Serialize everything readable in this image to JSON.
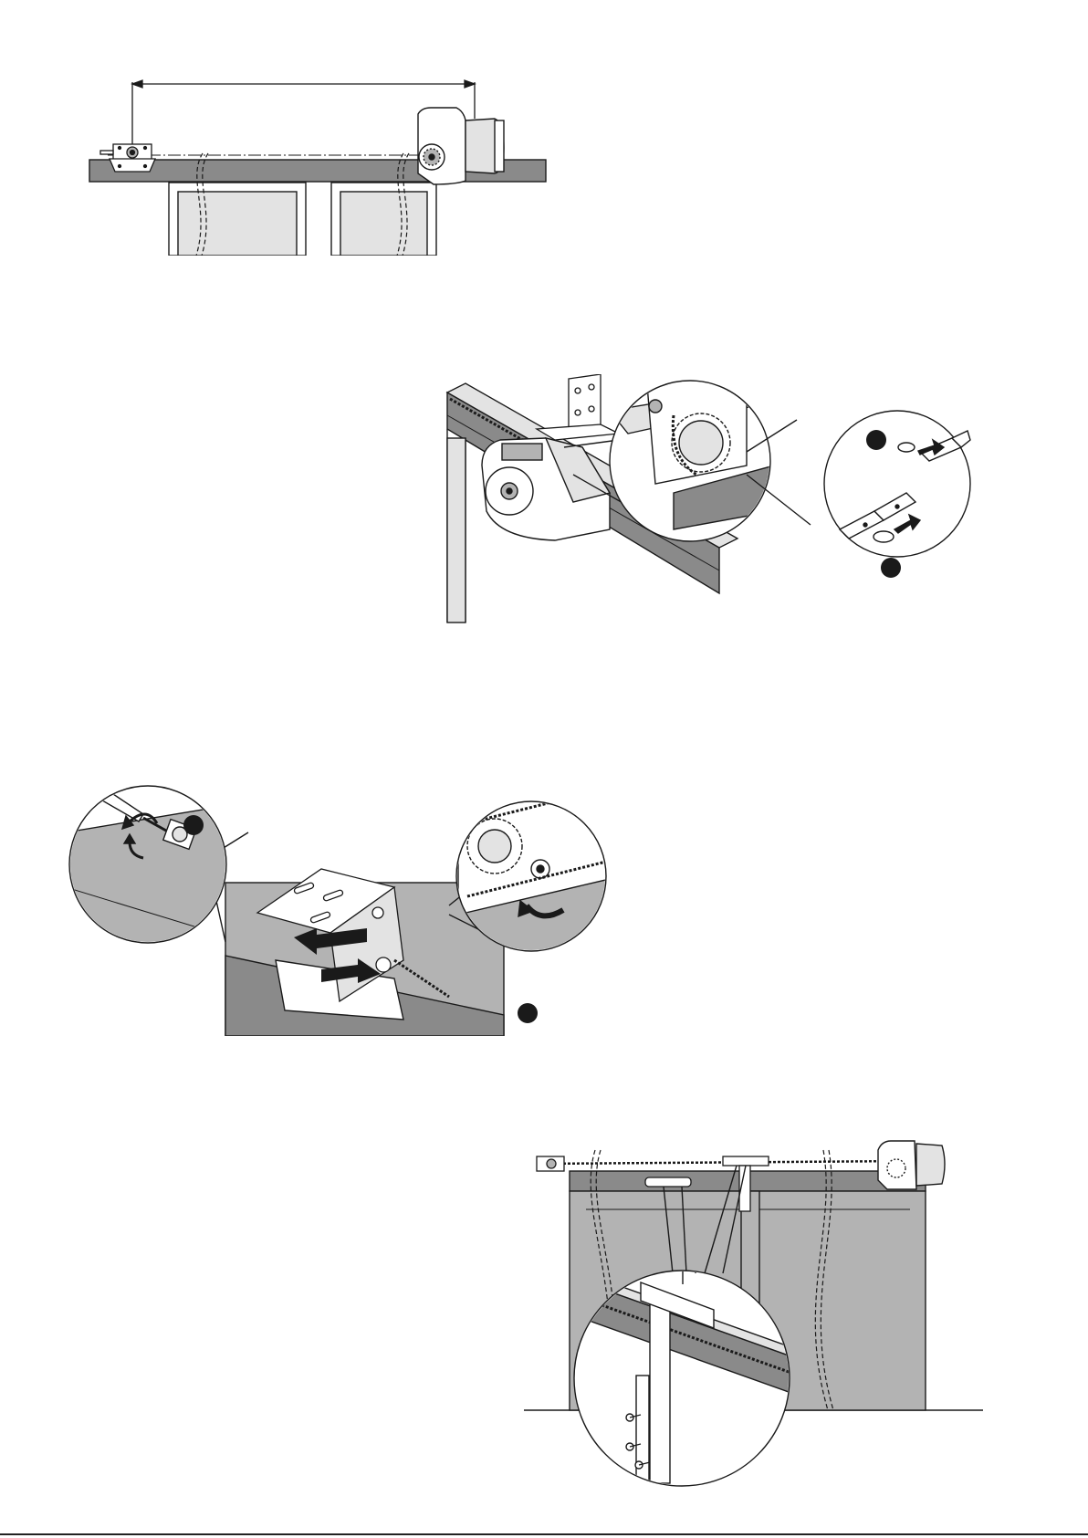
{
  "page": {
    "background": "#ffffff"
  },
  "colors": {
    "line": "#1a1a1a",
    "fill_dark": "#8a8a8a",
    "fill_mid": "#b3b3b3",
    "fill_light": "#e3e3e3",
    "fill_white": "#ffffff",
    "step_dot": "#1a1a1a"
  },
  "figures": [
    {
      "id": "fig-chain-length",
      "icons": [
        "idler-bracket-icon",
        "motor-unit-icon",
        "dimension-arrow-icon",
        "gate-panel-icon"
      ]
    },
    {
      "id": "fig-chain-joint",
      "icons": [
        "motor-unit-icon",
        "mounting-bracket-icon",
        "sprocket-icon",
        "chain-link-icon",
        "step-dot-icon"
      ]
    },
    {
      "id": "fig-chain-tension",
      "icons": [
        "screwdriver-icon",
        "rotation-arrow-icon",
        "tension-bracket-icon",
        "sprocket-icon",
        "step-dot-icon"
      ]
    },
    {
      "id": "fig-chain-attach",
      "icons": [
        "motor-unit-icon",
        "idler-bracket-icon",
        "attachment-plate-icon",
        "screw-icon",
        "gate-panel-icon"
      ]
    }
  ]
}
